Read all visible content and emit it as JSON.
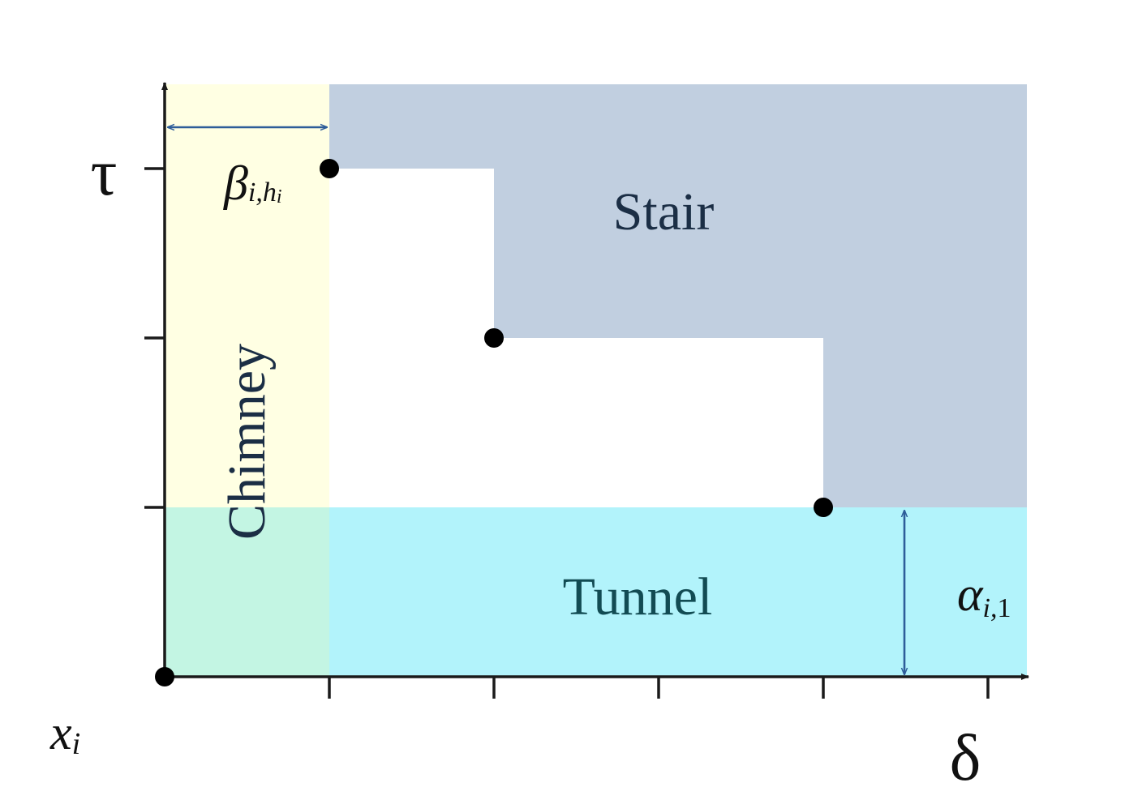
{
  "colors": {
    "chimney": "#ffffe3",
    "stair": "#c1cfe0",
    "tunnel": "#b2f3fb",
    "overlap": "#c3f5e3",
    "axis": "#1a1a1a",
    "arrow": "#2e5d99",
    "text_dark": "#1b2e45",
    "text_tunnel": "#124b53"
  },
  "labels": {
    "x_label": "x",
    "x_label_sub": "i",
    "tau_label": "τ",
    "delta_label": "δ",
    "chimney": "Chimney",
    "stair": "Stair",
    "tunnel": "Tunnel",
    "beta": "β",
    "beta_sub": "i,h",
    "beta_subsub": "i",
    "alpha": "α",
    "alpha_sub_i": "i,",
    "alpha_sub_1": "1"
  },
  "chart_data": {
    "type": "diagram",
    "x_ticks": [
      1,
      2,
      3,
      4,
      5
    ],
    "y_ticks": [
      1,
      2,
      3
    ],
    "points": [
      {
        "x": 0,
        "y": 0
      },
      {
        "x": 1,
        "y": 3
      },
      {
        "x": 2,
        "y": 2
      },
      {
        "x": 4,
        "y": 1
      }
    ],
    "regions": [
      {
        "name": "Chimney",
        "x_range": [
          0,
          1
        ]
      },
      {
        "name": "Tunnel",
        "y_range": [
          0,
          1
        ]
      },
      {
        "name": "Stair",
        "staircase": [
          [
            1,
            3
          ],
          [
            2,
            2
          ],
          [
            4,
            1
          ]
        ]
      }
    ]
  }
}
